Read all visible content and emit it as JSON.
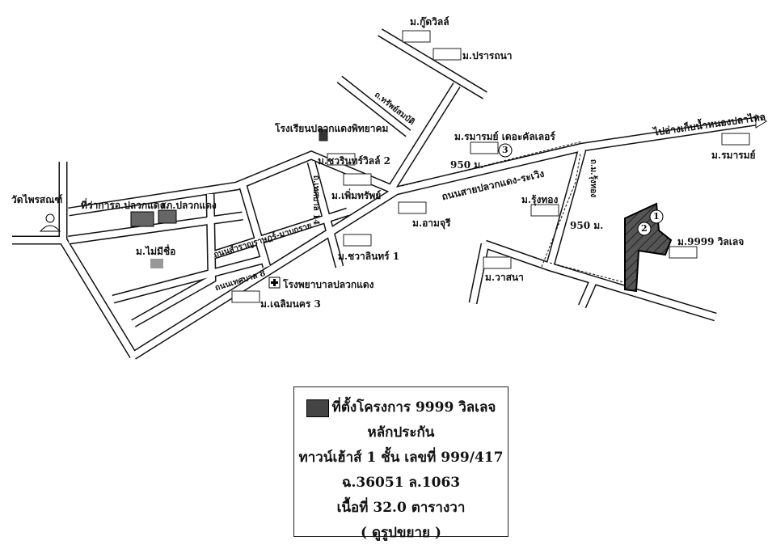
{
  "labels": {
    "wat": "วัดไพรสณฑ์",
    "district_office": "ที่ว่าการอ.ปลวกแดง",
    "police": "สภ.ปลวกแดง",
    "no_name": "ม.ไม่มีชื่อ",
    "school": "โรงเรียนปลวกแดงพิทยาคม",
    "chawarin2": "ม.ชวรินทร์วิลล์ 2",
    "phimsap": "ม.เพิ่มทรัพย์",
    "chawarin1": "ม.ชวาลินทร์ 1",
    "hospital": "โรงพยาบาลปลวกแดง",
    "chaloem3": "ม.เฉลิมนคร 3",
    "road_samrat": "ถนนสำราญราษฎร์-มาบกราย",
    "road_thetsaban8": "ถนนเทศบาล 8",
    "road_thetsaban14": "ถ.เทศบาล 14",
    "road_sap": "ถ.ทรัพย์สมบัติ",
    "kudwit": "ม.กู๊ดวิลล์",
    "prathana": "ม.ปรารถนา",
    "ramrom_outer": "ม.รมารมย์ เดอะคัลเลอร์",
    "dist1": "950 ม.",
    "main_road": "ถนนสายปลวกแดง-ระเวิง",
    "to_reservoir": "ไปอ่างเก็บน้ำหนองปลาไหล",
    "ramrom": "ม.รมารมย์",
    "amjuri": "ม.อามจุรี",
    "rungthong": "ม.รุ้งทอง",
    "side_road": "ถ.ม.รุ้งทอง",
    "dist2": "950 ม.",
    "wasana": "ม.วาสนา",
    "project": "ม.9999 วิลเลจ",
    "marker1": "1",
    "marker2": "2",
    "marker3": "3"
  },
  "legend": {
    "title": "ที่ตั้งโครงการ 9999 วิลเลจ",
    "line1": "หลักประกัน",
    "line2": "ทาวน์เฮ้าส์ 1 ชั้น เลขที่ 999/417",
    "line3": "ฉ.36051 ล.1063",
    "line4": "เนื้อที่ 32.0 ตารางวา",
    "line5": "( ดูรูปขยาย )"
  }
}
